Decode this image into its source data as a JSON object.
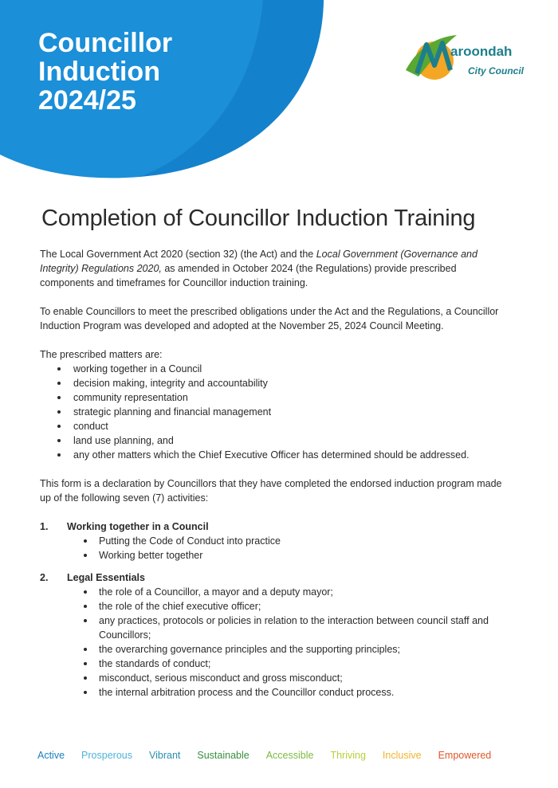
{
  "header": {
    "title_lines": [
      "Councillor",
      "Induction",
      "2024/25"
    ],
    "banner_color": "#1b8fd8"
  },
  "logo": {
    "word": "aroondah",
    "sub": "City Council",
    "color": "#1d7f8c"
  },
  "page_title": "Completion of Councillor Induction Training",
  "intro": {
    "p1_a": "The Local Government Act 2020 (section 32) (the Act) and the ",
    "p1_italic": "Local Government (Governance and Integrity) Regulations 2020,",
    "p1_b": " as amended in October 2024 (the Regulations) provide prescribed components and timeframes for Councillor induction training.",
    "p2": "To enable Councillors to meet the prescribed obligations under the Act and the Regulations, a Councillor Induction Program was developed and adopted at the November 25, 2024 Council Meeting.",
    "prescribed_heading": "The prescribed matters are:",
    "prescribed": [
      "working together in a Council",
      "decision making, integrity and accountability",
      "community representation",
      "strategic planning and financial management",
      "conduct",
      "land use planning, and",
      "any other matters which the Chief Executive Officer has determined should be addressed."
    ],
    "p3": "This form is a declaration by Councillors that they have completed the endorsed induction program made up of the following seven (7) activities:"
  },
  "sections": [
    {
      "num": "1.",
      "title": "Working together in a Council",
      "items": [
        "Putting the Code of Conduct into practice",
        "Working better together"
      ]
    },
    {
      "num": "2.",
      "title": "Legal Essentials",
      "items": [
        "the role of a Councillor, a mayor and a deputy mayor;",
        "the role of the chief executive officer;",
        "any practices, protocols or policies in relation to the interaction between council staff and Councillors;",
        "the overarching governance principles and the supporting principles;",
        "the standards of conduct;",
        "misconduct, serious misconduct and gross misconduct;",
        "the internal arbitration process and the Councillor conduct process."
      ]
    }
  ],
  "footer": [
    {
      "label": "Active",
      "color": "#1a7fc1"
    },
    {
      "label": "Prosperous",
      "color": "#4fb3d9"
    },
    {
      "label": "Vibrant",
      "color": "#2a8fb0"
    },
    {
      "label": "Sustainable",
      "color": "#3a8d3f"
    },
    {
      "label": "Accessible",
      "color": "#7dbb42"
    },
    {
      "label": "Thriving",
      "color": "#b9cf3a"
    },
    {
      "label": "Inclusive",
      "color": "#f2b42e"
    },
    {
      "label": "Empowered",
      "color": "#e0572a"
    }
  ]
}
